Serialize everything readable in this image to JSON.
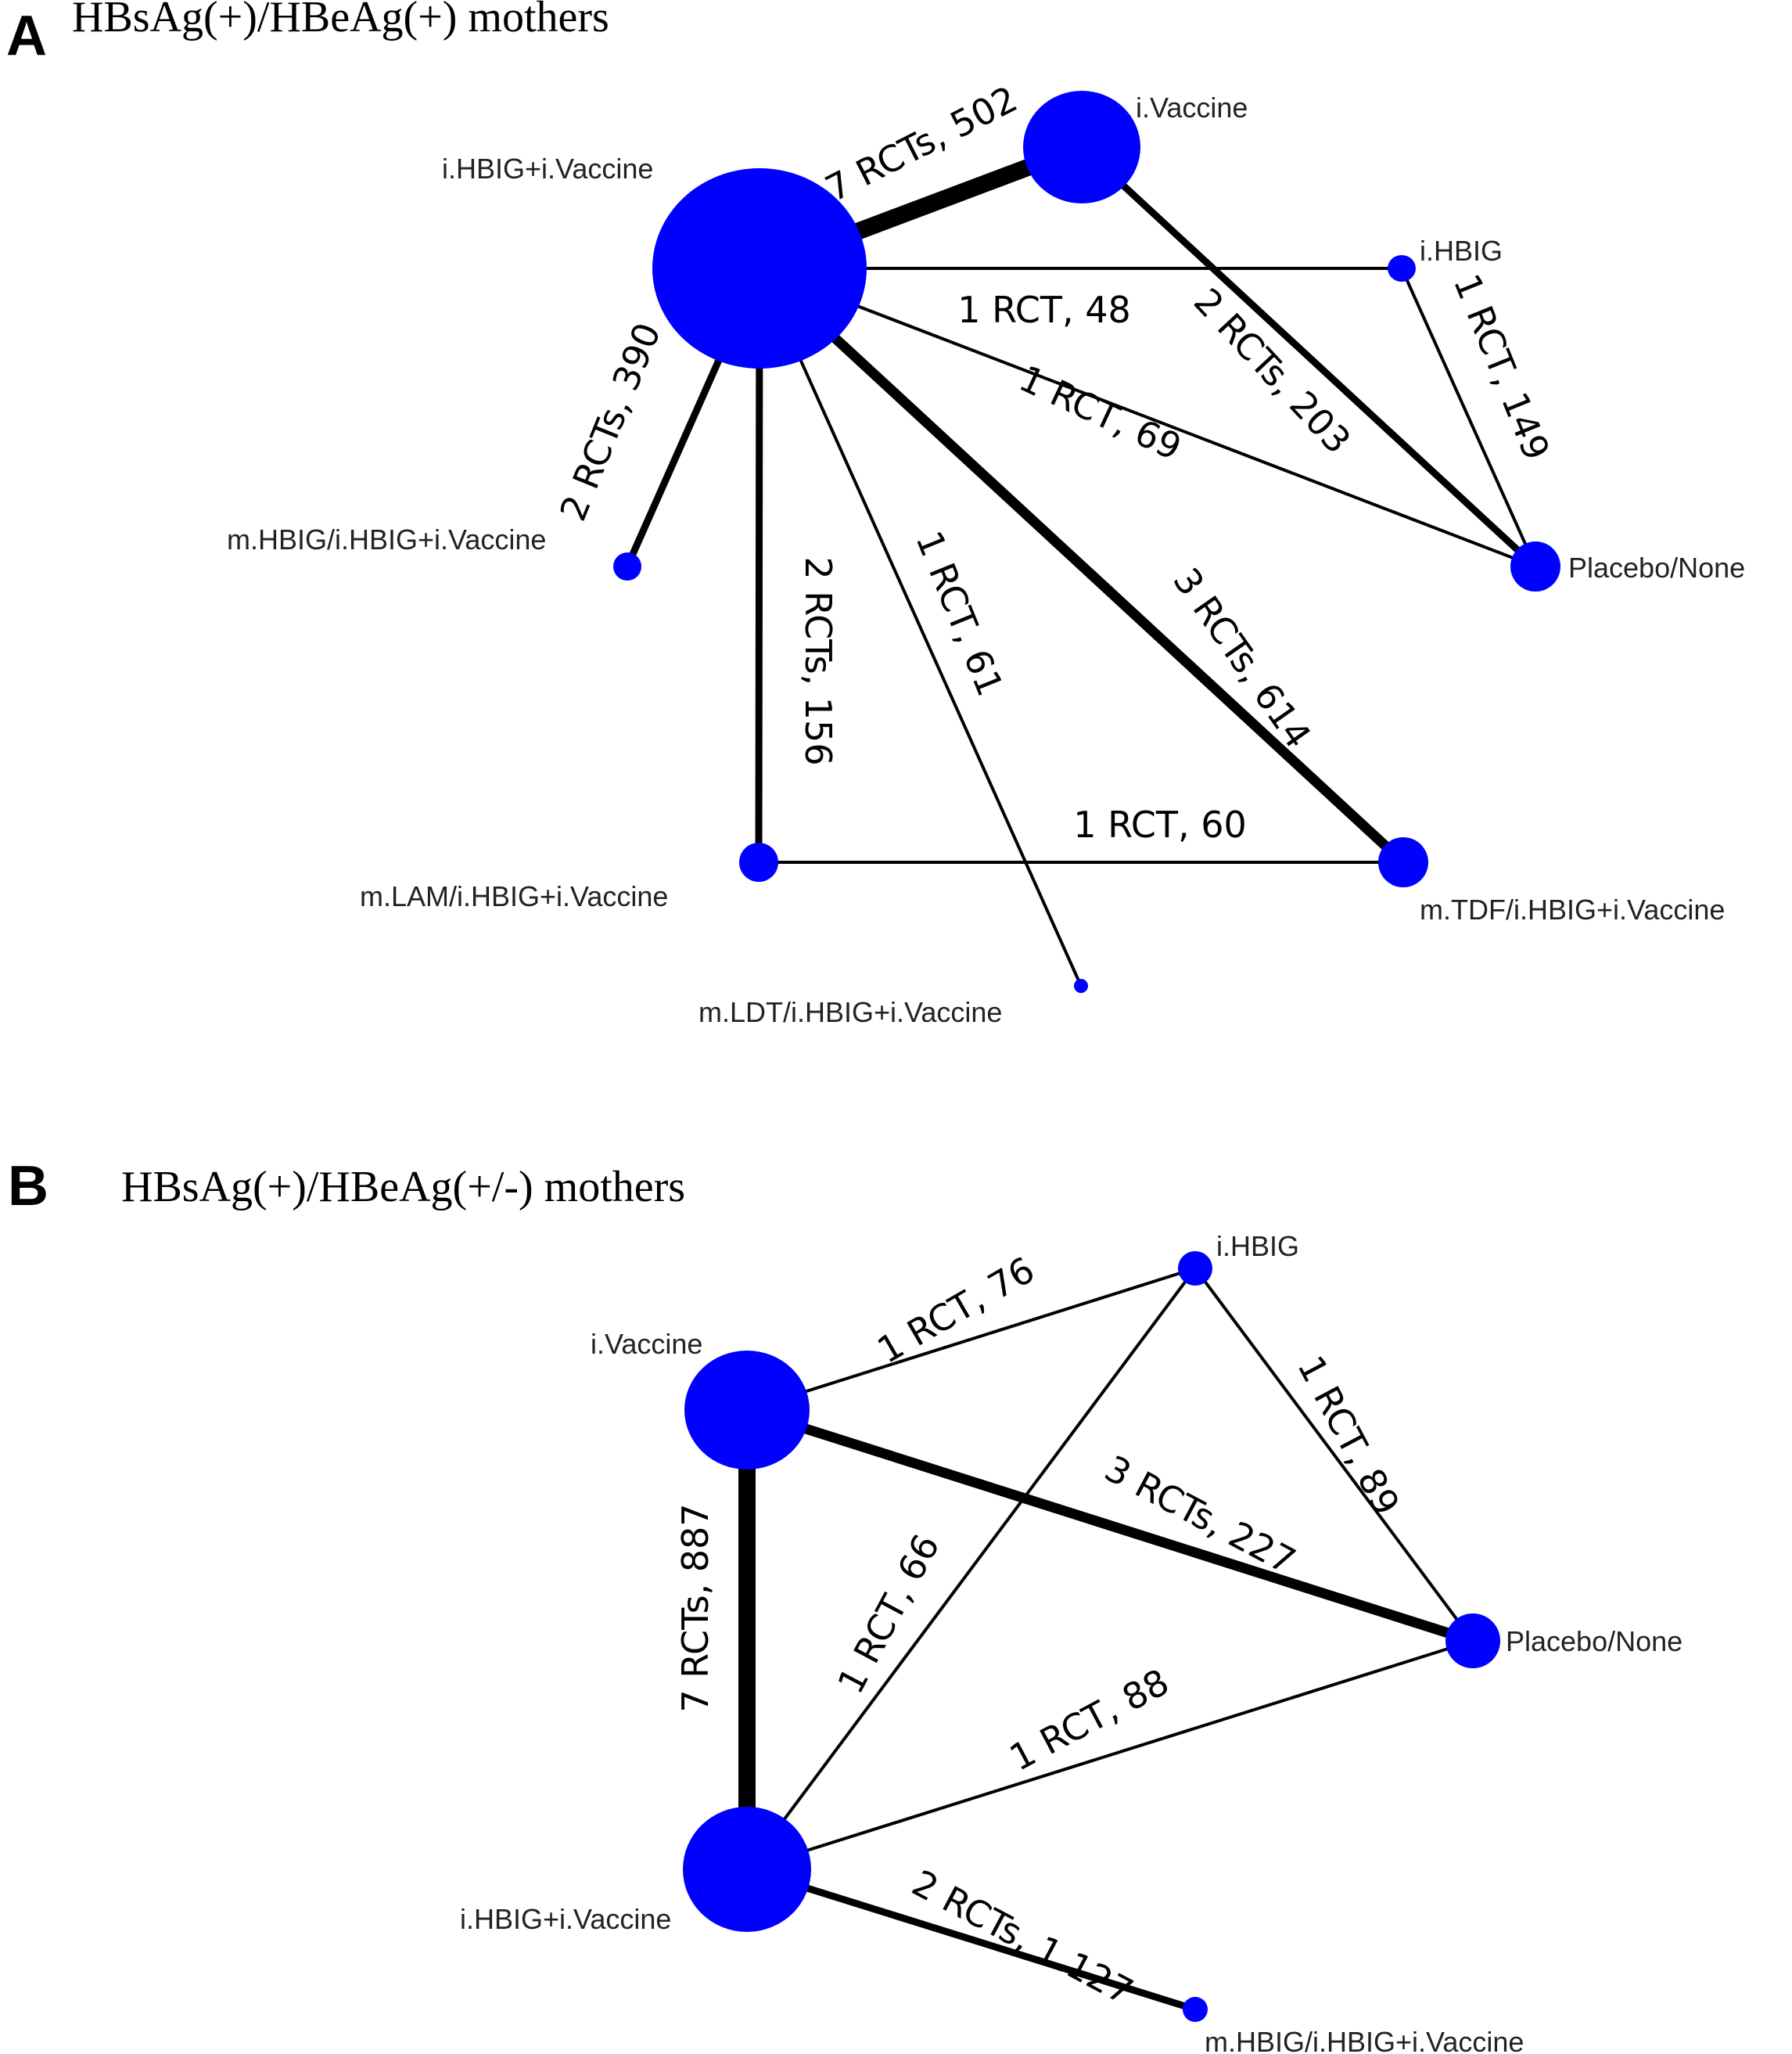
{
  "colors": {
    "node": "#0000ff",
    "edge": "#000000",
    "text": "#000000"
  },
  "panels": [
    {
      "letter": "A",
      "title": "HBsAg(+)/HBeAg(+) mothers",
      "nodes": [
        {
          "id": "hbig_vac",
          "label": "i.HBIG+i.Vaccine"
        },
        {
          "id": "vac",
          "label": "i.Vaccine"
        },
        {
          "id": "hbig",
          "label": "i.HBIG"
        },
        {
          "id": "placebo",
          "label": "Placebo/None"
        },
        {
          "id": "mhbig",
          "label": "m.HBIG/i.HBIG+i.Vaccine"
        },
        {
          "id": "mlam",
          "label": "m.LAM/i.HBIG+i.Vaccine"
        },
        {
          "id": "mtdf",
          "label": "m.TDF/i.HBIG+i.Vaccine"
        },
        {
          "id": "mldt",
          "label": "m.LDT/i.HBIG+i.Vaccine"
        }
      ],
      "edges": [
        {
          "from": "hbig_vac",
          "to": "vac",
          "rcts": 7,
          "label": "7 RCTs, 502"
        },
        {
          "from": "hbig_vac",
          "to": "hbig",
          "rcts": 1,
          "label": "1 RCT, 48"
        },
        {
          "from": "vac",
          "to": "placebo",
          "rcts": 2,
          "label": "2 RCTs, 203"
        },
        {
          "from": "hbig",
          "to": "placebo",
          "rcts": 1,
          "label": "1 RCT, 149"
        },
        {
          "from": "hbig_vac",
          "to": "placebo",
          "rcts": 1,
          "label": "1 RCT, 69"
        },
        {
          "from": "hbig_vac",
          "to": "mhbig",
          "rcts": 2,
          "label": "2 RCTs, 390"
        },
        {
          "from": "hbig_vac",
          "to": "mlam",
          "rcts": 2,
          "label": "2 RCTs, 156"
        },
        {
          "from": "hbig_vac",
          "to": "mldt",
          "rcts": 1,
          "label": "1 RCT, 61"
        },
        {
          "from": "hbig_vac",
          "to": "mtdf",
          "rcts": 3,
          "label": "3 RCTs, 614"
        },
        {
          "from": "mlam",
          "to": "mtdf",
          "rcts": 1,
          "label": "1 RCT, 60"
        }
      ]
    },
    {
      "letter": "B",
      "title": "HBsAg(+)/HBeAg(+/-) mothers",
      "nodes": [
        {
          "id": "vac",
          "label": "i.Vaccine"
        },
        {
          "id": "hbig",
          "label": "i.HBIG"
        },
        {
          "id": "placebo",
          "label": "Placebo/None"
        },
        {
          "id": "hbig_vac",
          "label": "i.HBIG+i.Vaccine"
        },
        {
          "id": "mhbig",
          "label": "m.HBIG/i.HBIG+i.Vaccine"
        }
      ],
      "edges": [
        {
          "from": "vac",
          "to": "hbig",
          "rcts": 1,
          "label": "1 RCT, 76"
        },
        {
          "from": "hbig",
          "to": "placebo",
          "rcts": 1,
          "label": "1 RCT, 89"
        },
        {
          "from": "vac",
          "to": "placebo",
          "rcts": 3,
          "label": "3 RCTs, 227"
        },
        {
          "from": "vac",
          "to": "hbig_vac",
          "rcts": 7,
          "label": "7 RCTs, 887"
        },
        {
          "from": "hbig_vac",
          "to": "hbig",
          "rcts": 1,
          "label": "1 RCT, 66"
        },
        {
          "from": "hbig_vac",
          "to": "placebo",
          "rcts": 1,
          "label": "1 RCT, 88"
        },
        {
          "from": "hbig_vac",
          "to": "mhbig",
          "rcts": 2,
          "label": "2 RCTs, 1.127"
        }
      ]
    }
  ]
}
